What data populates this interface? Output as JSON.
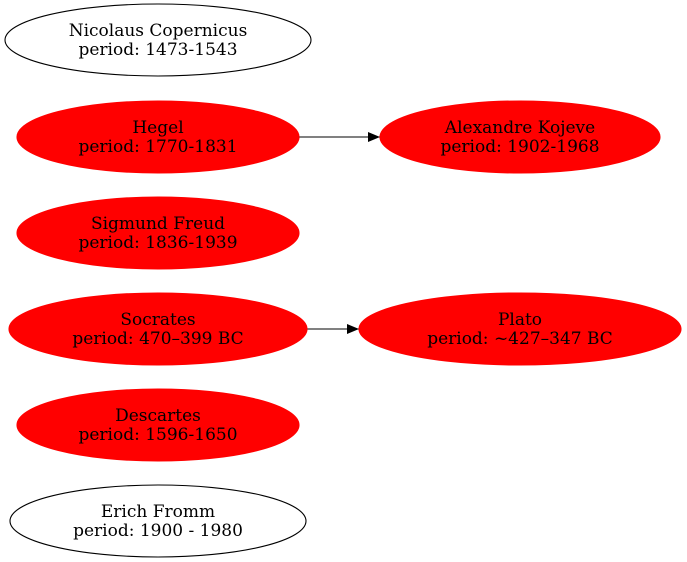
{
  "graph": {
    "nodes": [
      {
        "id": "copernicus",
        "name": "Nicolaus Copernicus",
        "period": "period: 1473-1543",
        "highlighted": false
      },
      {
        "id": "hegel",
        "name": "Hegel",
        "period": "period: 1770-1831",
        "highlighted": true
      },
      {
        "id": "kojeve",
        "name": "Alexandre Kojeve",
        "period": "period: 1902-1968",
        "highlighted": true
      },
      {
        "id": "freud",
        "name": "Sigmund Freud",
        "period": "period: 1836-1939",
        "highlighted": true
      },
      {
        "id": "socrates",
        "name": "Socrates",
        "period": "period: 470–399 BC",
        "highlighted": true
      },
      {
        "id": "plato",
        "name": "Plato",
        "period": "period: ~427–347 BC",
        "highlighted": true
      },
      {
        "id": "descartes",
        "name": "Descartes",
        "period": "period: 1596-1650",
        "highlighted": true
      },
      {
        "id": "fromm",
        "name": "Erich Fromm",
        "period": "period: 1900 - 1980",
        "highlighted": false
      }
    ],
    "edges": [
      {
        "from": "hegel",
        "to": "kojeve"
      },
      {
        "from": "socrates",
        "to": "plato"
      }
    ]
  },
  "colors": {
    "highlight_fill": "#ff0000",
    "default_fill": "#ffffff",
    "stroke": "#000000"
  }
}
